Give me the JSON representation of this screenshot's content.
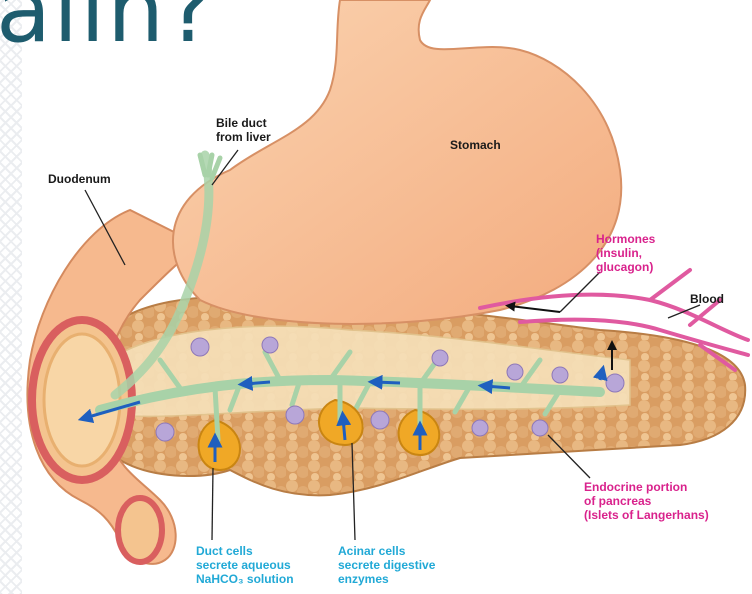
{
  "title_fragment": "alin?",
  "labels": {
    "bile_duct": "Bile duct\nfrom liver",
    "stomach": "Stomach",
    "duodenum": "Duodenum",
    "hormones": "Hormones\n(insulin,\nglucagon)",
    "blood": "Blood",
    "endocrine": "Endocrine portion\nof pancreas\n(Islets of Langerhans)",
    "duct_cells": "Duct cells\nsecrete aqueous\nNaHCO₃ solution",
    "acinar_cells": "Acinar cells\nsecrete digestive\nenzymes"
  },
  "colors": {
    "title": "#1e5c6e",
    "label_black": "#1a1a1a",
    "label_magenta": "#d9228c",
    "label_cyan": "#21a9d6",
    "stomach": "#f7bd92",
    "pancreas": "#dea872",
    "duct": "#a8d2a8",
    "arrows": "#1f5fbf",
    "blood_vessel": "#e05aa0",
    "islets": "#b8a6d8",
    "acini": "#f0a826",
    "duodenum_wall": "#d96060"
  }
}
